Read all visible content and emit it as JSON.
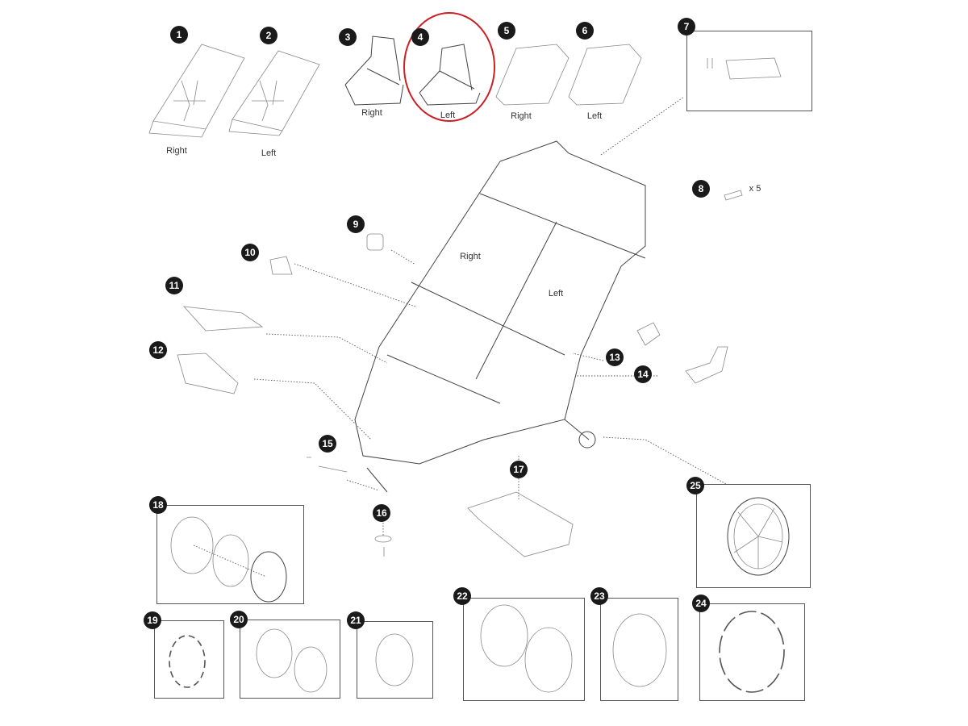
{
  "parts": [
    {
      "number": "1",
      "label": "Right"
    },
    {
      "number": "2",
      "label": "Left"
    },
    {
      "number": "3",
      "label": "Right"
    },
    {
      "number": "4",
      "label": "Left",
      "highlighted": true
    },
    {
      "number": "5",
      "label": "Right"
    },
    {
      "number": "6",
      "label": "Left"
    },
    {
      "number": "7"
    },
    {
      "number": "8",
      "quantity": "x 5"
    },
    {
      "number": "9"
    },
    {
      "number": "10"
    },
    {
      "number": "11"
    },
    {
      "number": "12"
    },
    {
      "number": "13"
    },
    {
      "number": "14"
    },
    {
      "number": "15"
    },
    {
      "number": "16"
    },
    {
      "number": "17"
    },
    {
      "number": "18"
    },
    {
      "number": "19"
    },
    {
      "number": "20"
    },
    {
      "number": "21"
    },
    {
      "number": "22"
    },
    {
      "number": "23"
    },
    {
      "number": "24"
    },
    {
      "number": "25"
    }
  ],
  "frame_labels": {
    "right": "Right",
    "left": "Left"
  },
  "colors": {
    "badge": "#1a1a1a",
    "highlight": "#cc1f24",
    "line": "#444444"
  }
}
